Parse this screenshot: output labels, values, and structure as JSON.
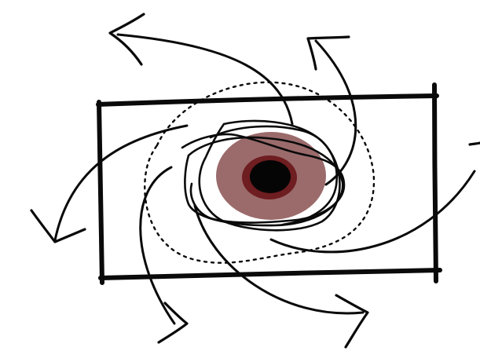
{
  "drawing": {
    "colors": {
      "ink": "#0a0a0a",
      "outer_disc": "#9b6b6c",
      "inner_ring": "#6e1d20",
      "core": "#050505",
      "background": "#ffffff"
    },
    "elements": [
      "rectangle-frame",
      "dotted-circle",
      "swirl-arrows",
      "scribble-loops",
      "central-eye"
    ]
  }
}
